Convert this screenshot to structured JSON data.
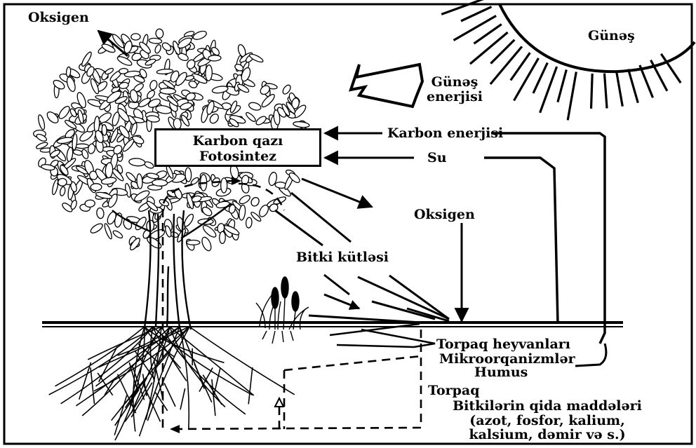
{
  "labels": {
    "oxygen_top": "Oksigen",
    "sun": "Günəş",
    "sun_energy_line1": "Günəş",
    "sun_energy_line2": "enerjisi",
    "carbon_energy": "Karbon  enerjisi",
    "photo_line1": "Karbon qazı",
    "photo_line2": "Fotosintez",
    "water": "Su",
    "oxygen_mid": "Oksigen",
    "biomass": "Bitki  kütləsi",
    "soil_animals": "Torpaq heyvanları",
    "microorganisms": "Mikroorqanizmlər",
    "humus": "Humus",
    "soil": "Torpaq",
    "nutrients_line1": "Bitkilərin qida maddələri",
    "nutrients_line2": "(azot, fosfor, kalium,",
    "nutrients_line3": "kalsium, dəmir və s.)"
  },
  "colors": {
    "ink": "#000000",
    "paper": "#ffffff"
  }
}
